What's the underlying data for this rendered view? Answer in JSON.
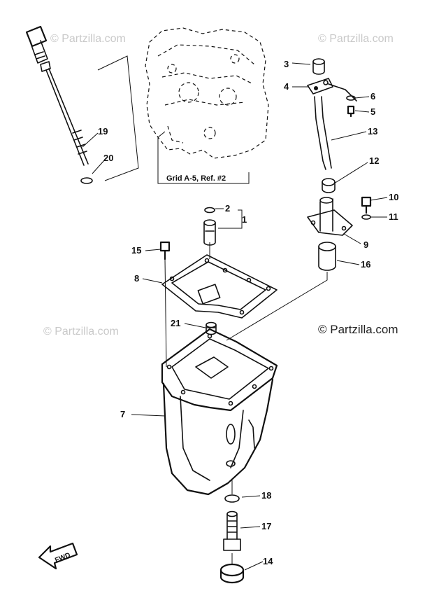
{
  "watermarks": {
    "top_left": "© Partzilla.com",
    "top_right": "© Partzilla.com",
    "mid_left": "© Partzilla.com",
    "mid_right": "© Partzilla.com"
  },
  "reference_note": "Grid A-5, Ref. #2",
  "direction_label": "FWD",
  "callouts": {
    "c1": "1",
    "c2": "2",
    "c3": "3",
    "c4": "4",
    "c5": "5",
    "c6": "6",
    "c7": "7",
    "c8": "8",
    "c9": "9",
    "c10": "10",
    "c11": "11",
    "c12": "12",
    "c13": "13",
    "c14": "14",
    "c15": "15",
    "c16": "16",
    "c17": "17",
    "c18": "18",
    "c19": "19",
    "c20": "20",
    "c21": "21"
  }
}
